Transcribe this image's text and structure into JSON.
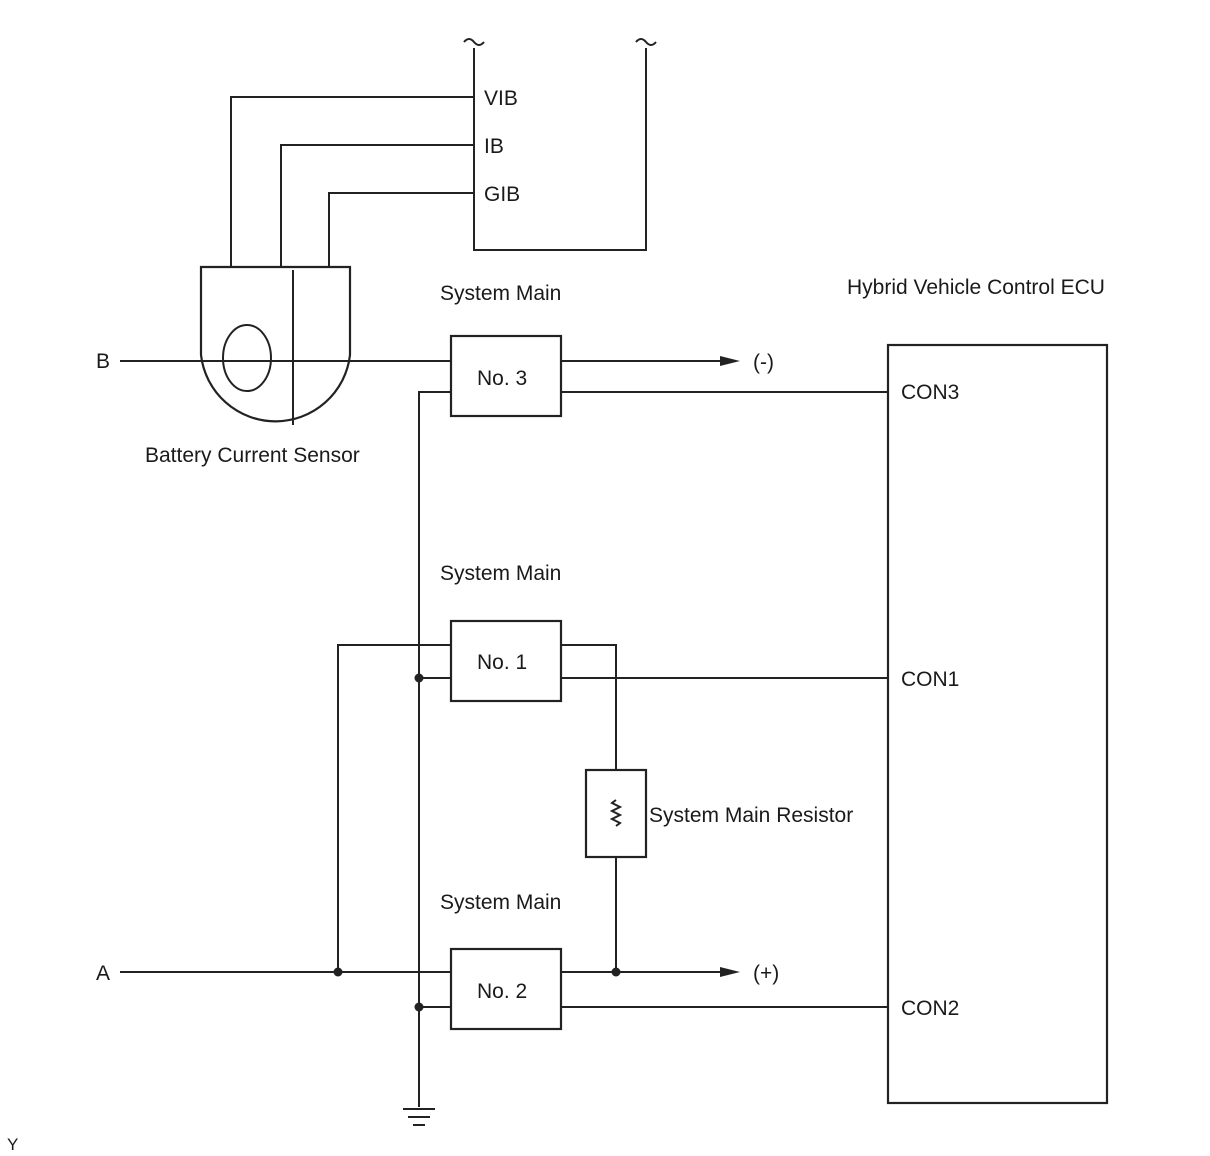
{
  "ecu": {
    "title": "Hybrid Vehicle Control ECU",
    "pins": {
      "con3": "CON3",
      "con1": "CON1",
      "con2": "CON2"
    }
  },
  "connector": {
    "pins": [
      "VIB",
      "IB",
      "GIB"
    ]
  },
  "sensor": {
    "label": "Battery Current Sensor"
  },
  "relays": {
    "no3": {
      "heading": "System Main",
      "label": "No. 3"
    },
    "no1": {
      "heading": "System Main",
      "label": "No. 1"
    },
    "no2": {
      "heading": "System Main",
      "label": "No. 2"
    }
  },
  "resistor": {
    "label": "System Main Resistor"
  },
  "terminals": {
    "b": "B",
    "a": "A",
    "neg": "(-)",
    "pos": "(+)"
  },
  "footer_code": "Y"
}
